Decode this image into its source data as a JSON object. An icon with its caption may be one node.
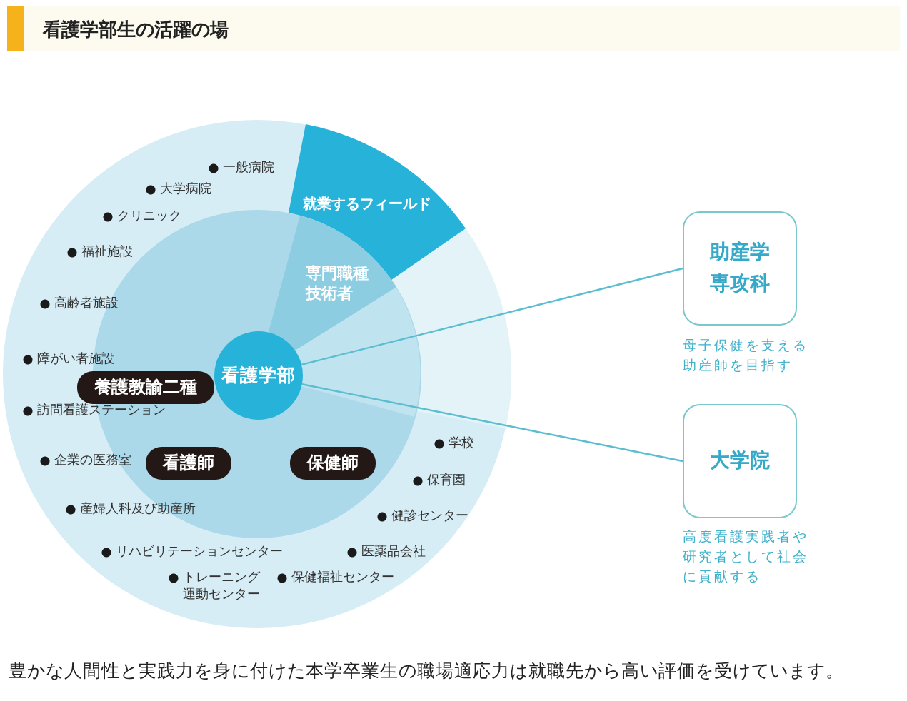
{
  "diagram": {
    "title": "看護学部生の活躍の場",
    "caption": "豊かな人間性と実践力を身に付けた本学卒業生の職場適応力は就職先から高い評価を受けています。",
    "nodes": [
      {
        "text": [
          "就業するフィールド"
        ]
      },
      {
        "text": [
          "専門職種技術者"
        ]
      },
      {
        "text": [
          "看護学部"
        ]
      },
      {
        "text": [
          "養護教諭二種"
        ]
      },
      {
        "text": [
          "看護師"
        ]
      },
      {
        "text": [
          "保健師"
        ]
      },
      {
        "text": [
          "助産学専攻科"
        ],
        "beside": [
          "母子保健を支える助産師を目指す"
        ]
      },
      {
        "text": [
          "大学院"
        ],
        "beside": [
          "高度看護実践者や研究者として社会に貢献する"
        ]
      }
    ],
    "edges": [
      {
        "from": 2,
        "to": 6,
        "arrow": "none"
      },
      {
        "from": 2,
        "to": 7,
        "arrow": "none"
      }
    ],
    "labels": [
      "一般病院",
      "大学病院",
      "クリニック",
      "福祉施設",
      "高齢者施設",
      "障がい者施設",
      "訪問看護ステーション",
      "学校",
      "企業の医務室",
      "保育園",
      "産婦人科及び助産所",
      "健診センター",
      "リハビリテーションセンター",
      "医薬品会社",
      "トレーニング運動センター",
      "保健福祉センター"
    ]
  }
}
